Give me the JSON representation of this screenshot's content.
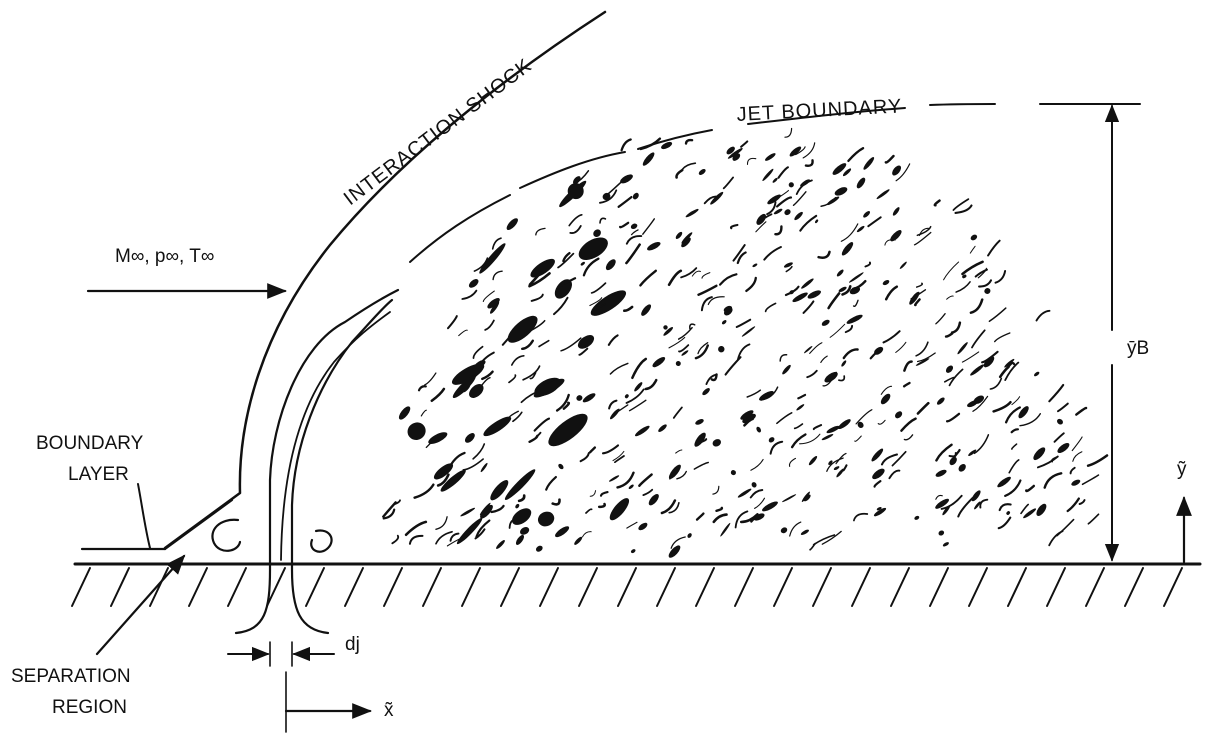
{
  "labels": {
    "interaction_shock": "INTERACTION SHOCK",
    "jet_boundary": "JET BOUNDARY",
    "freestream": "M∞, p∞, T∞",
    "boundary_layer_line1": "BOUNDARY",
    "boundary_layer_line2": "LAYER",
    "separation_line1": "SEPARATION",
    "separation_line2": "REGION",
    "jet_diameter": "dj",
    "jet_height": "ȳB",
    "y_axis": "ỹ",
    "x_axis": "x̃"
  },
  "colors": {
    "ink": "#111111",
    "background": "#ffffff"
  }
}
